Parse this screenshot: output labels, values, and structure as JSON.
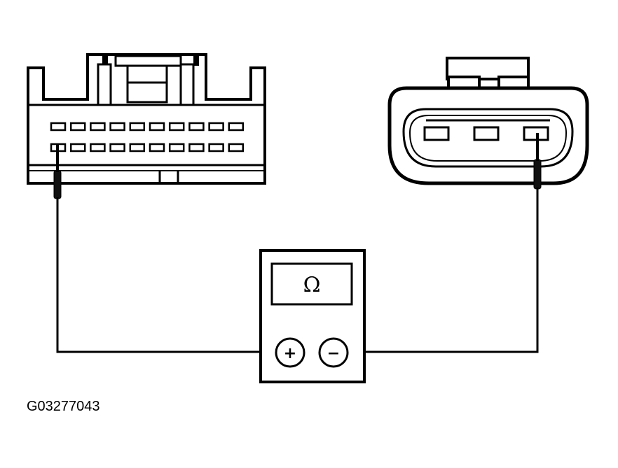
{
  "diagram": {
    "figure_id": "G03277043",
    "meter": {
      "display_symbol": "Ω",
      "positive_terminal": "+",
      "negative_terminal": "−"
    },
    "left_connector": {
      "rows": 2,
      "pins_per_row": 10
    },
    "right_connector": {
      "pins": 3
    }
  }
}
